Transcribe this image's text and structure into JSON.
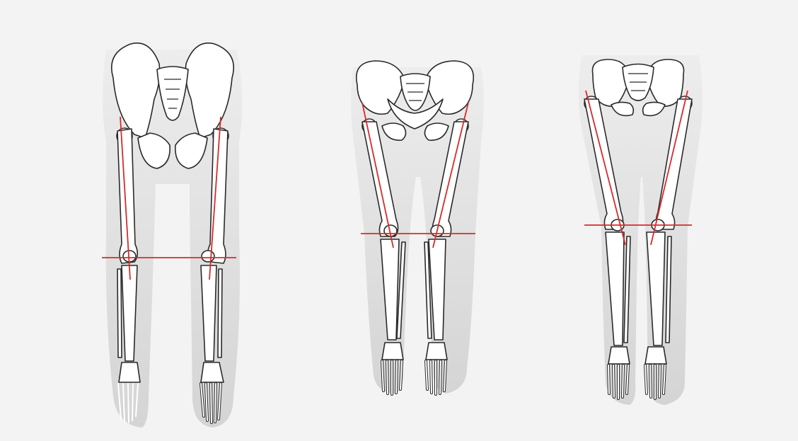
{
  "figure": {
    "panels": [
      {
        "id": "wide-stance",
        "axis_color": "#d62b2b"
      },
      {
        "id": "normal-stance",
        "axis_color": "#d62b2b"
      },
      {
        "id": "narrow-stance",
        "axis_color": "#d62b2b"
      }
    ],
    "colors": {
      "background": "#f4f3f3",
      "bone_fill": "#ffffff",
      "bone_outline": "#2a2a2a",
      "silhouette": "#d9d9d9",
      "axis": "#d62b2b"
    },
    "icons": [
      "pelvis-icon",
      "femur-icon",
      "patella-icon",
      "tibia-icon",
      "fibula-icon",
      "foot-icon"
    ]
  }
}
